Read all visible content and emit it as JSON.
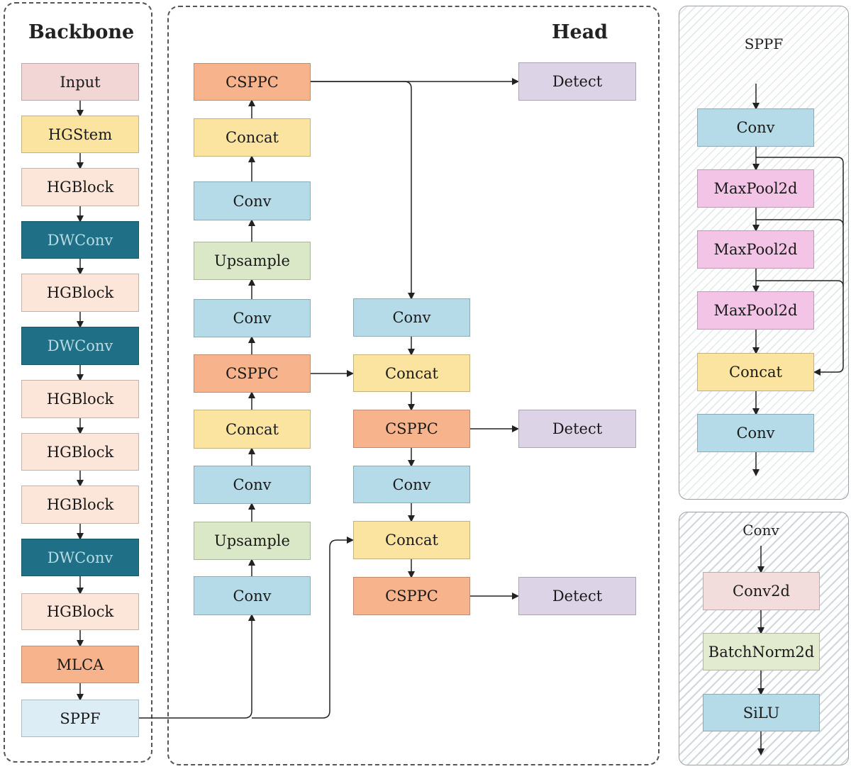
{
  "backbone": {
    "title": "Backbone",
    "blocks": [
      "Input",
      "HGStem",
      "HGBlock",
      "DWConv",
      "HGBlock",
      "DWConv",
      "HGBlock",
      "HGBlock",
      "HGBlock",
      "DWConv",
      "HGBlock",
      "MLCA",
      "SPPF"
    ]
  },
  "head": {
    "title": "Head",
    "left_column": [
      "CSPPC",
      "Concat",
      "Conv",
      "Upsample",
      "Conv",
      "CSPPC",
      "Concat",
      "Conv",
      "Upsample",
      "Conv"
    ],
    "right_column": [
      "Conv",
      "Concat",
      "CSPPC",
      "Conv",
      "Concat",
      "CSPPC"
    ],
    "detect": [
      "Detect",
      "Detect",
      "Detect"
    ]
  },
  "sppf": {
    "title": "SPPF",
    "blocks": [
      "Conv",
      "MaxPool2d",
      "MaxPool2d",
      "MaxPool2d",
      "Concat",
      "Conv"
    ]
  },
  "conv": {
    "title": "Conv",
    "blocks": [
      "Conv2d",
      "BatchNorm2d",
      "SiLU"
    ]
  },
  "colors": {
    "input": "#f2d6d6",
    "hgstem": "#fbe3a0",
    "hgblock": "#fce6d9",
    "dwconv": "#1f6f86",
    "mlca": "#f7b48c",
    "sppf_block": "#dcedf6",
    "conv": "#b5dae8",
    "upsample": "#dbe8c8",
    "concat": "#fbe3a0",
    "csppc": "#f7b48c",
    "detect": "#dcd3e6",
    "maxpool": "#f4c4e6",
    "conv2d": "#f3dcdc",
    "batchnorm": "#e2ebcf",
    "silu": "#b5dae8"
  }
}
